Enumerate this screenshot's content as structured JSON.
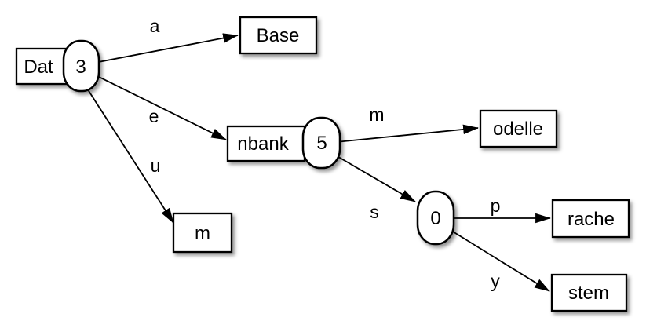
{
  "colors": {
    "background": "#ffffff",
    "stroke": "#000000",
    "fill": "#ffffff"
  },
  "diagram": {
    "nodes": {
      "dat": {
        "label": "Dat",
        "badge": "3"
      },
      "base": {
        "label": "Base"
      },
      "nbank": {
        "label": "nbank",
        "badge": "5"
      },
      "m": {
        "label": "m"
      },
      "odelle": {
        "label": "odelle"
      },
      "zero": {
        "badge": "0"
      },
      "rache": {
        "label": "rache"
      },
      "stem": {
        "label": "stem"
      }
    },
    "edges": {
      "dat_base": {
        "label": "a"
      },
      "dat_nbank": {
        "label": "e"
      },
      "dat_m": {
        "label": "u"
      },
      "nbank_odelle": {
        "label": "m"
      },
      "nbank_zero": {
        "label": "s"
      },
      "zero_rache": {
        "label": "p"
      },
      "zero_stem": {
        "label": "y"
      }
    }
  }
}
